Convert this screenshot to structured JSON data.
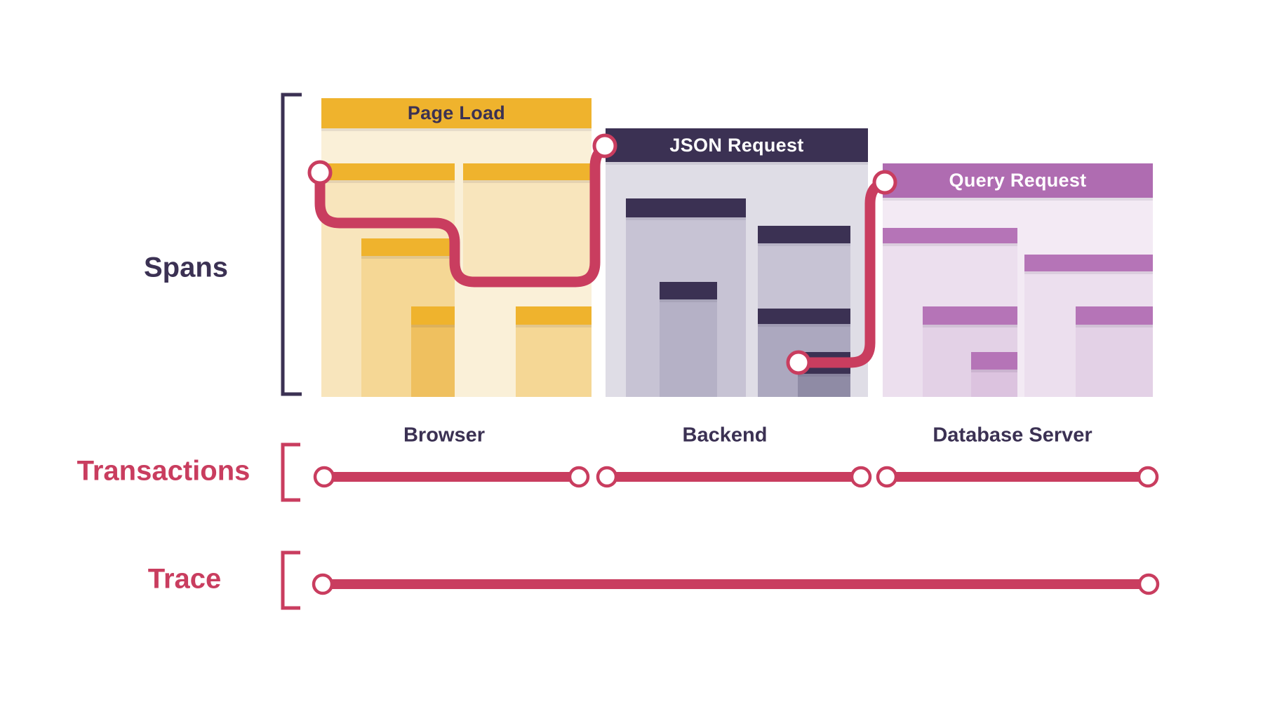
{
  "labels": {
    "spans": "Spans",
    "transactions": "Transactions",
    "trace": "Trace"
  },
  "panels": [
    {
      "title": "Page Load",
      "server": "Browser"
    },
    {
      "title": "JSON Request",
      "server": "Backend"
    },
    {
      "title": "Query Request",
      "server": "Database Server"
    }
  ],
  "palette": {
    "navy": "#3B3153",
    "red": "#C93D5F",
    "gold": "#EFB32D",
    "creamBg": "#FAF0D8",
    "cream1": "#F8E5BC",
    "cream2": "#F5D795",
    "cream3": "#EFC05F",
    "grayBg": "#DFDDE6",
    "gray1": "#C7C3D4",
    "gray2": "#B5B1C6",
    "gray3": "#ACA8BF",
    "gray4": "#8F8BA5",
    "purpleHeader": "#AF6CB1",
    "purpleBar": "#B574B7",
    "pinkBg": "#F3EAF4",
    "pink1": "#ECDFEE",
    "pink2": "#E3D1E6",
    "pink3": "#DCC3DF",
    "white": "#FFFFFF"
  }
}
